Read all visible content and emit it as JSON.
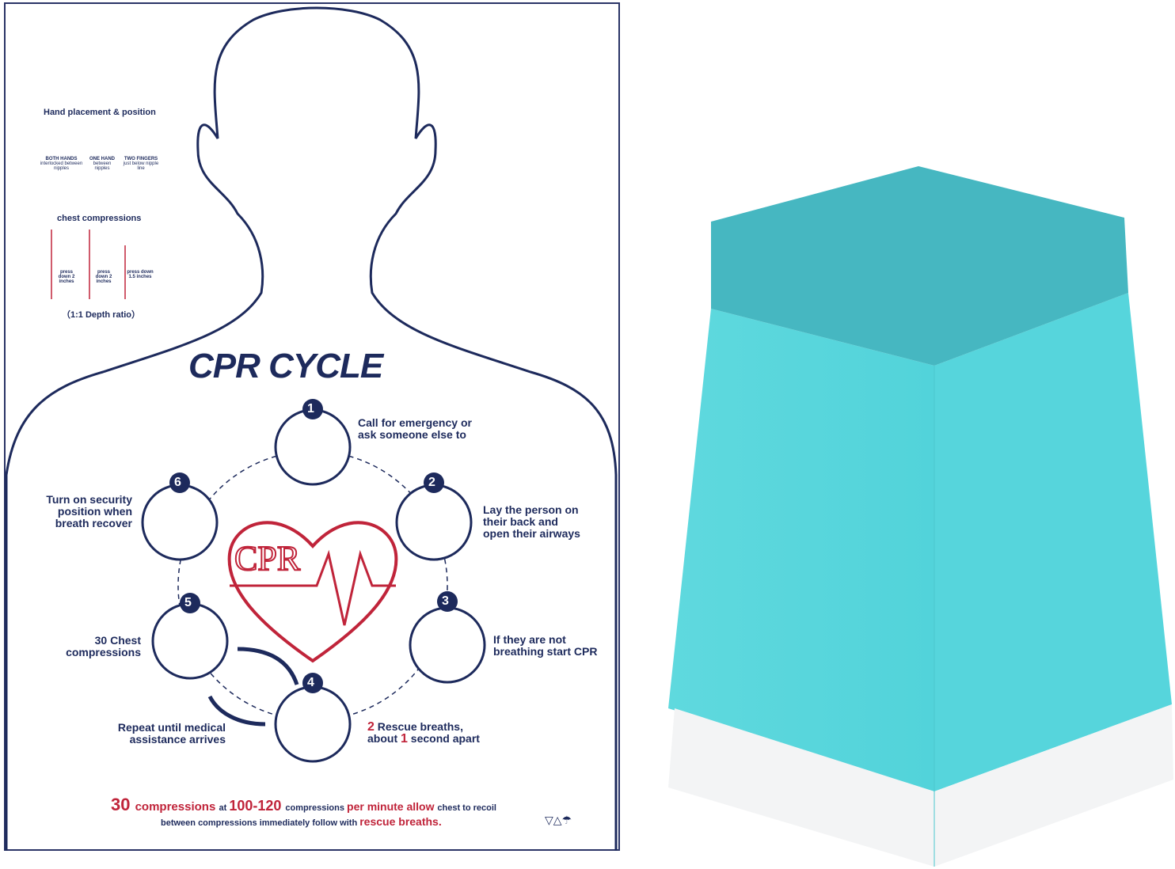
{
  "poster": {
    "hand_section": {
      "title": "Hand placement & position",
      "columns": [
        {
          "label": "BOTH HANDS",
          "sub": "interlocked between nipples"
        },
        {
          "label": "ONE HAND",
          "sub": "between nipples"
        },
        {
          "label": "TWO FINGERS",
          "sub": "just below nipple line"
        }
      ],
      "compressions_title": "chest compressions",
      "depths": [
        "press down 2 inches",
        "press down 2 inches",
        "press down 1.5 inches"
      ],
      "ratio": "（1:1 Depth ratio）"
    },
    "title": "CPR CYCLE",
    "heart_text": "CPR",
    "steps": [
      {
        "num": "1",
        "text": "Call for emergency or ask someone else to"
      },
      {
        "num": "2",
        "text": "Lay the person on their back and open their airways"
      },
      {
        "num": "3",
        "text": "If they are not breathing start CPR"
      },
      {
        "num": "4",
        "text_a": "2",
        "text_b": " Rescue breaths,",
        "text_c": "about ",
        "text_d": "1",
        "text_e": " second apart"
      },
      {
        "num": "5",
        "text": "30 Chest compressions"
      },
      {
        "num": "6",
        "text": "Turn on security position when breath recover"
      }
    ],
    "repeat_text": "Repeat until medical assistance arrives",
    "footer": {
      "line1": [
        {
          "t": "30 ",
          "style": "big-red"
        },
        {
          "t": "compressions ",
          "style": "red"
        },
        {
          "t": "at ",
          "style": "navy"
        },
        {
          "t": "100-120 ",
          "style": "big-red"
        },
        {
          "t": "compressions ",
          "style": "navy"
        },
        {
          "t": "per minute allow ",
          "style": "red"
        },
        {
          "t": "chest to recoil",
          "style": "navy"
        }
      ],
      "line2a": "between compressions immediately follow with ",
      "line2b": "rescue breaths."
    },
    "colors": {
      "navy": "#1d2a5c",
      "red": "#c0243a"
    }
  },
  "product": {
    "colors": {
      "teal": "#55d6dc",
      "top": "#46b8c2",
      "base": "#f4f5f6"
    }
  }
}
